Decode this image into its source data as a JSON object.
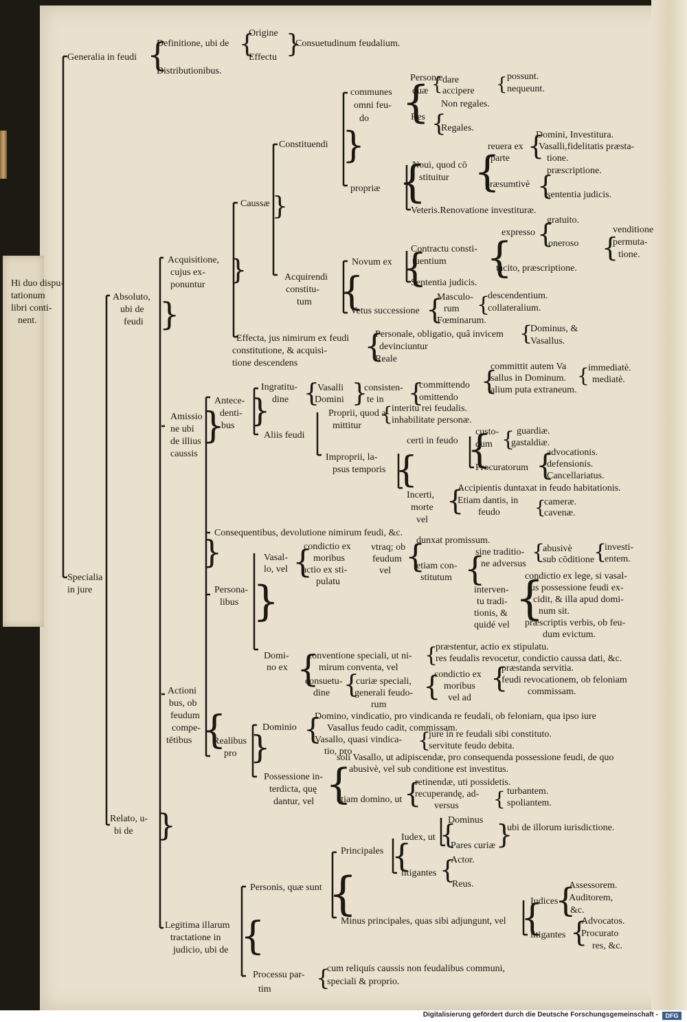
{
  "side_note": {
    "lines": [
      "Hi duo dispu-",
      "tationum",
      "libri conti-",
      "nent."
    ]
  },
  "tree": {
    "generalia": "Generalia in feudi",
    "definitione": "Definitione, ubi de",
    "origine": "Origine",
    "effectu": "Effectu",
    "consuetudinum": "Consuetudinum feudalium.",
    "distributionibus": "Distributionibus.",
    "communes": [
      "communes",
      "omni feu-",
      "do"
    ],
    "personae_quae": [
      "Personæ",
      "quæ"
    ],
    "dare": "dare",
    "accipere": "accipere",
    "possunt": "possunt.",
    "nequeunt": "nequeunt.",
    "res": "Res",
    "non_regales": "Non regales.",
    "regales": "Regales.",
    "constituendi": "Constituendi",
    "domini_inv": "Domini, Investitura.",
    "vasalli_fid": [
      "Vasalli,fidelitatis præsta-",
      "tione."
    ],
    "reuera": [
      "reuera ex",
      "parte"
    ],
    "noui": [
      "Noui, quod cō",
      "stituitur"
    ],
    "praescriptione": "præscriptione.",
    "praesumtive": "præsumtivè",
    "sententia_judicis_1": "sententia judicis.",
    "propriae": "propriæ",
    "veteris": "Veteris.Renovatione investituræ.",
    "caussae": "Caussæ",
    "gratuito": "gratuito.",
    "expresso": "expresso",
    "venditione": "venditione",
    "permutatione": [
      "permuta-",
      "tione."
    ],
    "oneroso": "oneroso",
    "contractu": [
      "Contractu consti-",
      "tuentium"
    ],
    "novum_ex": "Novum ex",
    "tacito": "tacito, præscriptione.",
    "acquisitione": [
      "Acquisitione,",
      "cujus ex-",
      "ponuntur"
    ],
    "sententia_judicis_2": "Sententia judicis.",
    "acquirendi": [
      "Acquirendi",
      "constitu-",
      "tum"
    ],
    "masculorum": [
      "Masculo-",
      "rum"
    ],
    "descendentium": "descendentium.",
    "collateralium": "collateralium.",
    "vetus": "Vetus successione",
    "foeminarum": "Fœminarum.",
    "absoluto": [
      "Absoluto,",
      "ubi de",
      "feudi"
    ],
    "effecta": [
      "Effecta, jus nimirum ex feudi",
      "constitutione, & acquisi-",
      "tione descendens"
    ],
    "personale": [
      "Personale, obligatio, quâ invicem",
      "devinciuntur"
    ],
    "dominus_vasallus": [
      "Dominus, &",
      "Vasallus."
    ],
    "reale": "Reale",
    "committit": [
      "committit autem Va",
      "sallus in Dominum.",
      "alium puta extraneum."
    ],
    "immediate": "immediatè.",
    "mediate": "mediatè.",
    "ingratitudine": [
      "Ingratitu-",
      "dine"
    ],
    "vasalli_domini": [
      "Vasalli",
      "Domini"
    ],
    "consistente": [
      "consisten-",
      "te in"
    ],
    "committendo": "committendo",
    "omittendo": "omittendo",
    "antecedentibus": [
      "Antece-",
      "denti-",
      "bus"
    ],
    "proprii": [
      "Proprii, quod a-",
      "mittitur"
    ],
    "interitu": "interitu rei feudalis.",
    "inhabilitate": "inhabilitate personæ.",
    "amissione": [
      "Amissio",
      "ne ubi",
      "de illius",
      "caussis"
    ],
    "aliis_feudi": "Aliis feudi",
    "certi_in_feudo": "certi in feudo",
    "custodum": [
      "custo-",
      "dum"
    ],
    "guardiae": "guardiæ.",
    "gastaldiae": "gastaldiæ.",
    "advocationis": "advocationis.",
    "defensionis": "defensionis.",
    "procuratorum": "Procuratorum",
    "cancellariatus": "Cancellariatus.",
    "improprii": [
      "Improprii, la-",
      "psus temporis"
    ],
    "accipientis": "Accipientis duntaxat in feudo habitationis.",
    "etiam_dantis": [
      "Etiam dantis, in",
      "feudo"
    ],
    "incerti": [
      "Incerti,",
      "morte",
      "vel"
    ],
    "camerae": "cameræ.",
    "cavenae": "cavenæ.",
    "consequentibus": "Consequentibus, devolutione nimirum feudi, &c.",
    "condictio_ex": [
      "condictio ex",
      "moribus",
      "actio ex sti-",
      "pulatu"
    ],
    "vasallo": [
      "Vasal-",
      "lo, vel"
    ],
    "utraque": [
      "vtraq; ob",
      "feudum",
      "vel"
    ],
    "dunxat": "dunxat promissum.",
    "sine_traditione": [
      "sine traditio-",
      "ne adversus"
    ],
    "abusive": [
      "abusivè",
      "sub cōditione"
    ],
    "investientem": [
      "investi-",
      "entem."
    ],
    "etiam_constitutum": [
      "etiam con-",
      "stitutum"
    ],
    "personalibus": [
      "Persona-",
      "libus"
    ],
    "condictio_lege": [
      "condictio ex lege, si vasal-",
      "lus possessione feudi ex-",
      "cidit, & illa apud domi-",
      "num sit."
    ],
    "interventu": [
      "interven-",
      "tu tradi-",
      "tionis, &",
      "quidé vel"
    ],
    "praescriptis": [
      "præscriptis verbis, ob feu-",
      "dum evictum."
    ],
    "specialia": [
      "Specialia",
      "in jure"
    ],
    "domino_ex": [
      "Domi-",
      "no ex"
    ],
    "conventione": [
      "conventione speciali, ut ni-",
      "mirum conventa, vel"
    ],
    "praestentur": [
      "præstentur, actio ex stipulatu.",
      "res feudalis revocetur, condictio caussa dati, &c."
    ],
    "consuetudine": [
      "consuetu-",
      "dine"
    ],
    "curiae": [
      "curiæ speciali,",
      "generali feudo-",
      "rum"
    ],
    "condictio_moribus2": [
      "condictio ex",
      "moribus",
      "vel ad"
    ],
    "praestanda": "præstanda servitia.",
    "feudi_revocationem": [
      "feudi revocationem, ob feloniam",
      "commissam."
    ],
    "actionibus": [
      "Actioni",
      "bus, ob",
      "feudum",
      "compe-",
      "tētibus"
    ],
    "domino_vind": [
      "Domino, vindicatio, pro vindicanda re feudali, ob feloniam, qua ipso iure",
      "Vasallus feudo cadit, commissam."
    ],
    "dominio": "Dominio",
    "vasallo_quasi": [
      "Vasallo, quasi vindica-",
      "tio, pro"
    ],
    "jure_in_re": [
      "jure in re feudali sibi constituto.",
      "servitute feudo debita."
    ],
    "realibus": [
      "Realibus",
      "pro"
    ],
    "soli_vasallo": [
      "soli Vasallo, ut adipiscendæ, pro consequenda possessione feudi, de quo",
      "abusivè, vel sub conditione est investitus."
    ],
    "possessione": [
      "Possessione in-",
      "terdicta, quę",
      "dantur, vel"
    ],
    "etiam_domino": "etiam domino, ut",
    "retinendae": [
      "retinendæ, uti possidetis.",
      "recuperandę, ad-",
      "versus"
    ],
    "turbantem": "turbantem.",
    "spoliantem": "spoliantem.",
    "relato": [
      "Relato, u-",
      "bi de"
    ],
    "dominus": "Dominus",
    "iudex": "Iudex, ut",
    "ubi_de_illorum": "ubi de illorum iurisdictione.",
    "pares_curiae": "Pares curiæ",
    "principales": "Principales",
    "actor": "Actor.",
    "litigantes_1": "litigantes",
    "reus": "Reus.",
    "personis": "Personis, quæ sunt",
    "assessorem": "Assessorem.",
    "auditorem": "Auditorem,",
    "etc": "&c.",
    "iudices": "Iudices",
    "minus_principales": "Minus principales, quas sibi adjungunt, vel",
    "advocatos": "Advocatos.",
    "litigantes_2": "litigantes",
    "procuratores": [
      "Procurato",
      "res, &c."
    ],
    "legitima": [
      "Legitima illarum",
      "tractatione in",
      "judicio, ubi de"
    ],
    "processu": [
      "Processu par-",
      "tim"
    ],
    "cum_reliquis": [
      "cum reliquis caussis non feudalibus communi,",
      "speciali & proprio."
    ]
  },
  "footer": {
    "text": "Digitalisierung gefördert durch die Deutsche Forschungsgemeinschaft -",
    "logo": "DFG"
  }
}
